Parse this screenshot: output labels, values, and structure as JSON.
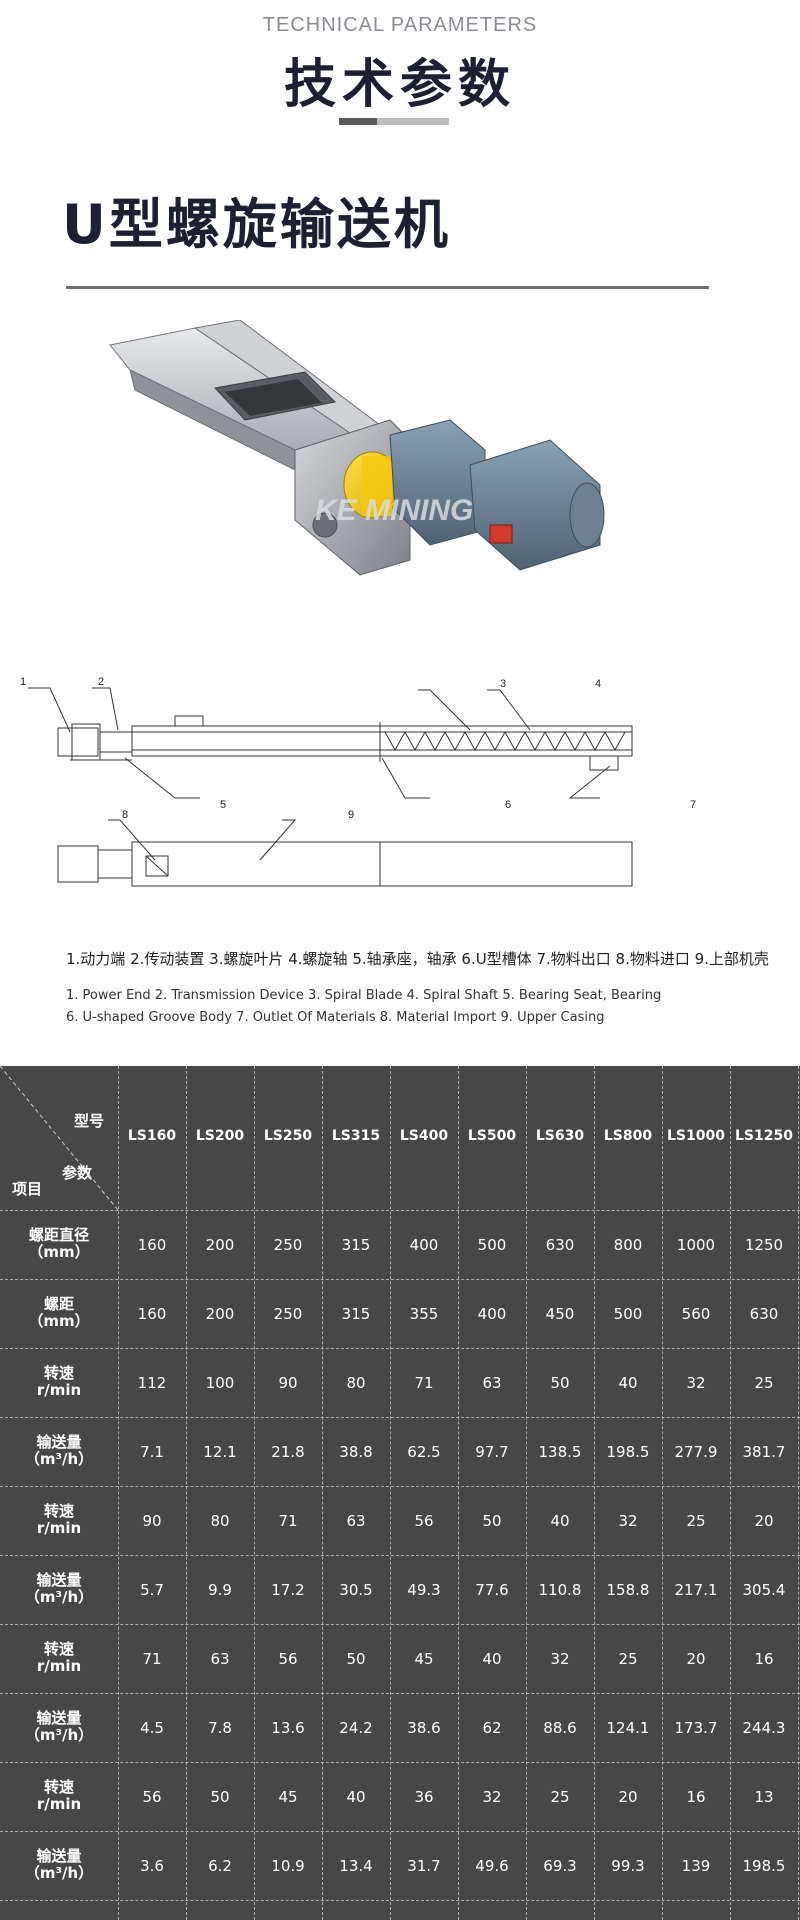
{
  "header": {
    "subtitle": "TECHNICAL PARAMETERS",
    "title": "技术参数",
    "accent_colors": [
      "#595959",
      "#bdbdbd"
    ]
  },
  "product": {
    "name": "U型螺旋输送机",
    "photo_watermark": "KE MINING"
  },
  "drawing": {
    "callouts": [
      "1",
      "2",
      "3",
      "4",
      "5",
      "6",
      "7",
      "8",
      "9"
    ]
  },
  "legend": {
    "cn": "1.动力端  2.传动装置  3.螺旋叶片  4.螺旋轴    5.轴承座，轴承  6.U型槽体  7.物料出口  8.物料进口  9.上部机壳",
    "en_line1": "1. Power End  2. Transmission Device  3. Spiral Blade  4. Spiral Shaft  5. Bearing Seat, Bearing",
    "en_line2": "6. U-shaped Groove Body  7. Outlet Of Materials  8. Material Import  9. Upper Casing"
  },
  "table": {
    "corner": {
      "model": "型号",
      "param": "参数",
      "item": "项目"
    },
    "models": [
      "LS160",
      "LS200",
      "LS250",
      "LS315",
      "LS400",
      "LS500",
      "LS630",
      "LS800",
      "LS1000",
      "LS1250"
    ],
    "rows": [
      {
        "label": [
          "螺距直径",
          "（mm）"
        ],
        "values": [
          "160",
          "200",
          "250",
          "315",
          "400",
          "500",
          "630",
          "800",
          "1000",
          "1250"
        ]
      },
      {
        "label": [
          "螺距",
          "（mm）"
        ],
        "values": [
          "160",
          "200",
          "250",
          "315",
          "355",
          "400",
          "450",
          "500",
          "560",
          "630"
        ]
      },
      {
        "label": [
          "转速",
          "r/min"
        ],
        "values": [
          "112",
          "100",
          "90",
          "80",
          "71",
          "63",
          "50",
          "40",
          "32",
          "25"
        ]
      },
      {
        "label": [
          "输送量",
          "（m³/h）"
        ],
        "values": [
          "7.1",
          "12.1",
          "21.8",
          "38.8",
          "62.5",
          "97.7",
          "138.5",
          "198.5",
          "277.9",
          "381.7"
        ]
      },
      {
        "label": [
          "转速",
          "r/min"
        ],
        "values": [
          "90",
          "80",
          "71",
          "63",
          "56",
          "50",
          "40",
          "32",
          "25",
          "20"
        ]
      },
      {
        "label": [
          "输送量",
          "（m³/h）"
        ],
        "values": [
          "5.7",
          "9.9",
          "17.2",
          "30.5",
          "49.3",
          "77.6",
          "110.8",
          "158.8",
          "217.1",
          "305.4"
        ]
      },
      {
        "label": [
          "转速",
          "r/min"
        ],
        "values": [
          "71",
          "63",
          "56",
          "50",
          "45",
          "40",
          "32",
          "25",
          "20",
          "16"
        ]
      },
      {
        "label": [
          "输送量",
          "（m³/h）"
        ],
        "values": [
          "4.5",
          "7.8",
          "13.6",
          "24.2",
          "38.6",
          "62",
          "88.6",
          "124.1",
          "173.7",
          "244.3"
        ]
      },
      {
        "label": [
          "转速",
          "r/min"
        ],
        "values": [
          "56",
          "50",
          "45",
          "40",
          "36",
          "32",
          "25",
          "20",
          "16",
          "13"
        ]
      },
      {
        "label": [
          "输送量",
          "（m³/h）"
        ],
        "values": [
          "3.6",
          "6.2",
          "10.9",
          "13.4",
          "31.7",
          "49.6",
          "69.3",
          "99.3",
          "139",
          "198.5"
        ]
      }
    ]
  }
}
